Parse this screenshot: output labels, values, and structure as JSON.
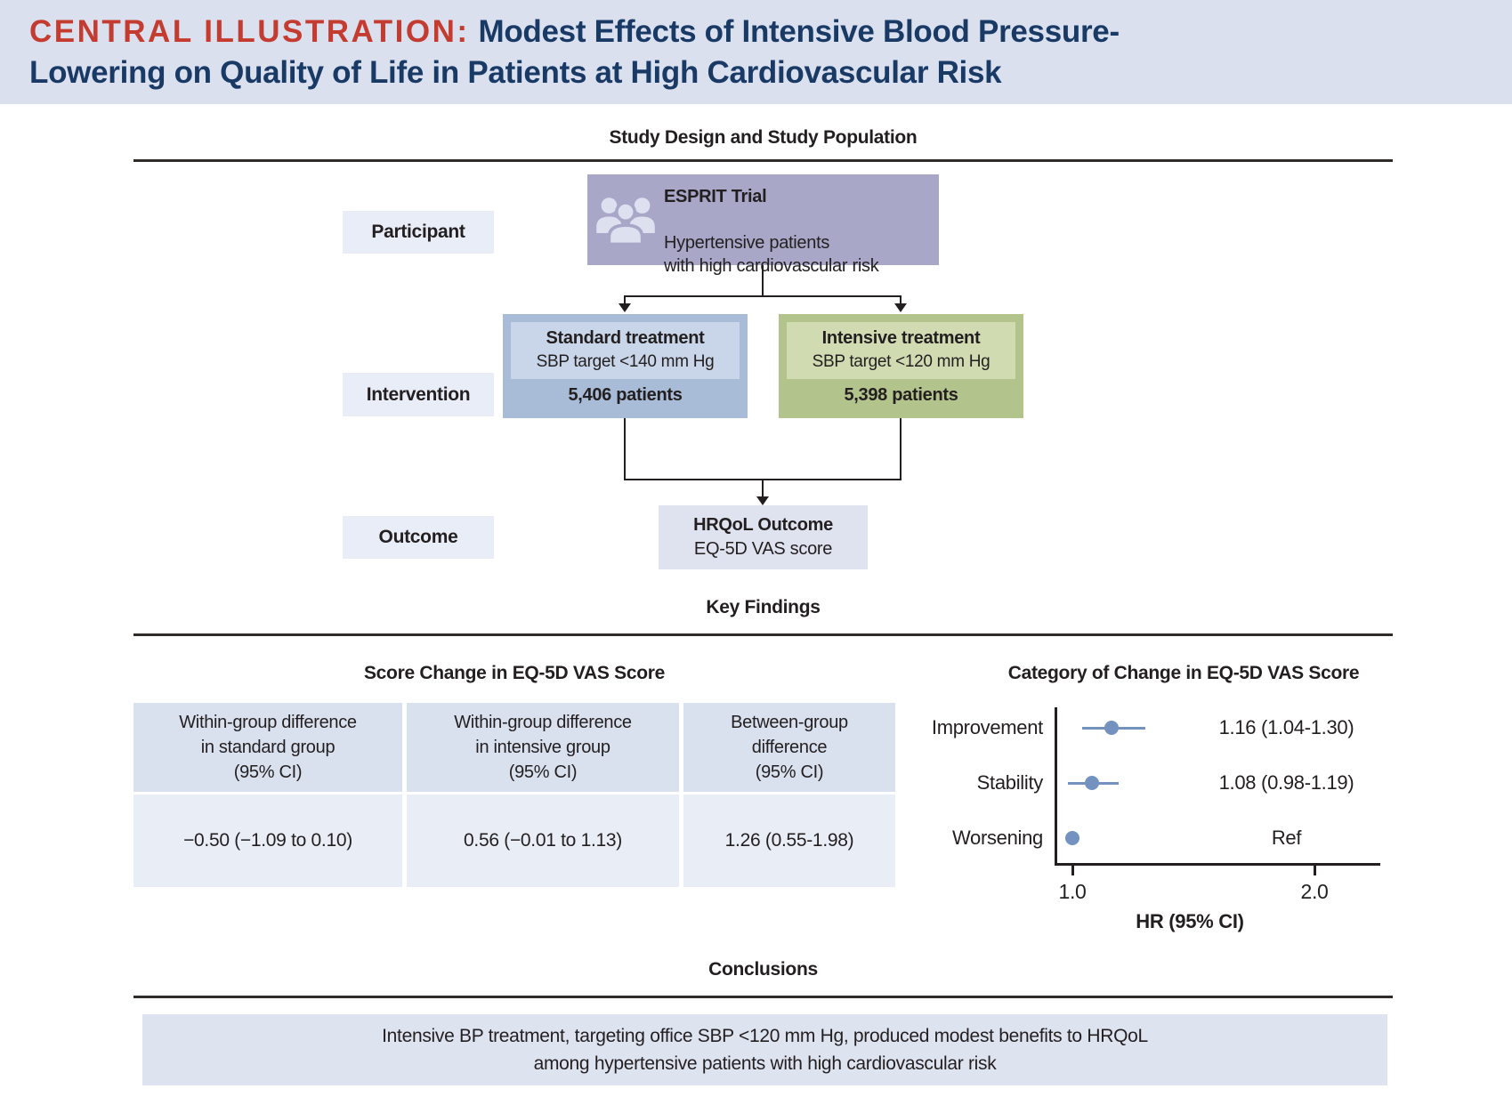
{
  "header": {
    "label": "CENTRAL ILLUSTRATION:",
    "title": "Modest Effects of Intensive Blood Pressure-\nLowering on Quality of Life in Patients at High Cardiovascular Risk"
  },
  "colors": {
    "band_bg": "#dbe0ef",
    "label_red": "#c43c30",
    "title_navy": "#1a3a66",
    "participant_box": "#a8a7c7",
    "standard_outer": "#a8bbd7",
    "standard_inner": "#c9d6e9",
    "intensive_outer": "#b3c38c",
    "intensive_inner": "#d0dbb2",
    "row_label_bg": "#e9edf7",
    "outcome_bg": "#dfe3f0",
    "table_header_bg": "#d9e0ee",
    "table_cell_bg": "#e9edf6",
    "forest_blue": "#7492c0"
  },
  "study_design": {
    "section_title": "Study Design and Study Population",
    "row_labels": {
      "participant": "Participant",
      "intervention": "Intervention",
      "outcome": "Outcome"
    },
    "esprit": {
      "icon": "people-group-icon",
      "title": "ESPRIT Trial",
      "description": "Hypertensive patients\nwith high cardiovascular risk"
    },
    "standard": {
      "title": "Standard treatment",
      "subtitle": "SBP target <140 mm Hg",
      "patients": "5,406 patients"
    },
    "intensive": {
      "title": "Intensive treatment",
      "subtitle": "SBP target <120 mm Hg",
      "patients": "5,398 patients"
    },
    "outcome_box": {
      "title": "HRQoL Outcome",
      "subtitle": "EQ-5D VAS score"
    }
  },
  "key_findings": {
    "section_title": "Key Findings",
    "score_table": {
      "title": "Score Change in EQ-5D VAS Score",
      "columns": [
        {
          "header": "Within-group difference\nin standard group\n(95% CI)",
          "value": "−0.50 (−1.09 to 0.10)"
        },
        {
          "header": "Within-group difference\nin intensive group\n(95% CI)",
          "value": "0.56 (−0.01 to 1.13)"
        },
        {
          "header": "Between-group\ndifference\n(95% CI)",
          "value": "1.26 (0.55-1.98)"
        }
      ]
    },
    "forest": {
      "title": "Category of Change in EQ-5D VAS Score",
      "xlabel": "HR (95% CI)",
      "rows": [
        {
          "label": "Improvement",
          "hr": 1.16,
          "lo": 1.04,
          "hi": 1.3,
          "text": "1.16 (1.04-1.30)"
        },
        {
          "label": "Stability",
          "hr": 1.08,
          "lo": 0.98,
          "hi": 1.19,
          "text": "1.08 (0.98-1.19)"
        },
        {
          "label": "Worsening",
          "hr": 1.0,
          "lo": null,
          "hi": null,
          "text": "Ref"
        }
      ],
      "axis": {
        "ticks": [
          {
            "hr": 1.0,
            "label": "1.0"
          },
          {
            "hr": 2.0,
            "label": "2.0"
          }
        ]
      }
    }
  },
  "conclusions": {
    "section_title": "Conclusions",
    "text": "Intensive BP treatment, targeting office SBP <120 mm Hg, produced modest benefits to HRQoL\namong hypertensive patients with high cardiovascular risk"
  },
  "chart_data": [
    {
      "type": "table",
      "title": "Score Change in EQ-5D VAS Score",
      "columns": [
        "Within-group difference in standard group (95% CI)",
        "Within-group difference in intensive group (95% CI)",
        "Between-group difference (95% CI)"
      ],
      "values": [
        "−0.50 (−1.09 to 0.10)",
        "0.56 (−0.01 to 1.13)",
        "1.26 (0.55-1.98)"
      ]
    },
    {
      "type": "scatter",
      "subtype": "forest",
      "title": "Category of Change in EQ-5D VAS Score",
      "xlabel": "HR (95% CI)",
      "categories": [
        "Improvement",
        "Stability",
        "Worsening"
      ],
      "hr": [
        1.16,
        1.08,
        1.0
      ],
      "ci_low": [
        1.04,
        0.98,
        null
      ],
      "ci_high": [
        1.3,
        1.19,
        null
      ],
      "point_labels": [
        "1.16 (1.04-1.30)",
        "1.08 (0.98-1.19)",
        "Ref"
      ],
      "xticks": [
        1.0,
        2.0
      ],
      "xlim": [
        0.93,
        2.27
      ],
      "grid": false,
      "legend": false
    }
  ]
}
